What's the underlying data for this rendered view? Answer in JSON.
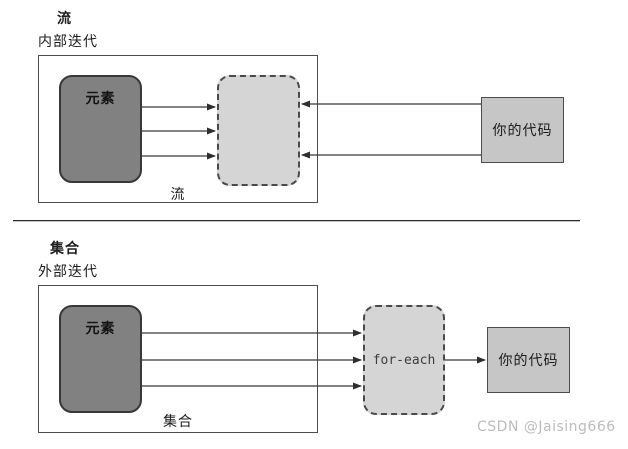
{
  "stream_section": {
    "title": "流",
    "subtitle": "内部迭代",
    "elements_box_label": "元素",
    "container_caption": "流",
    "code_box_label": "你的代码"
  },
  "collection_section": {
    "title": "集合",
    "subtitle": "外部迭代",
    "elements_box_label": "元素",
    "foreach_box_label": "for-each",
    "container_caption": "集合",
    "code_box_label": "你的代码"
  },
  "watermark": "CSDN @Jaising666",
  "colors": {
    "elements_box_fill": "#818181",
    "dashed_box_fill": "#d5d5d5",
    "code_box_fill": "#c6c6c6",
    "box_border": "#4c4c4c",
    "arrow_line": "#383838",
    "watermark_text": "#bcbcbc"
  }
}
